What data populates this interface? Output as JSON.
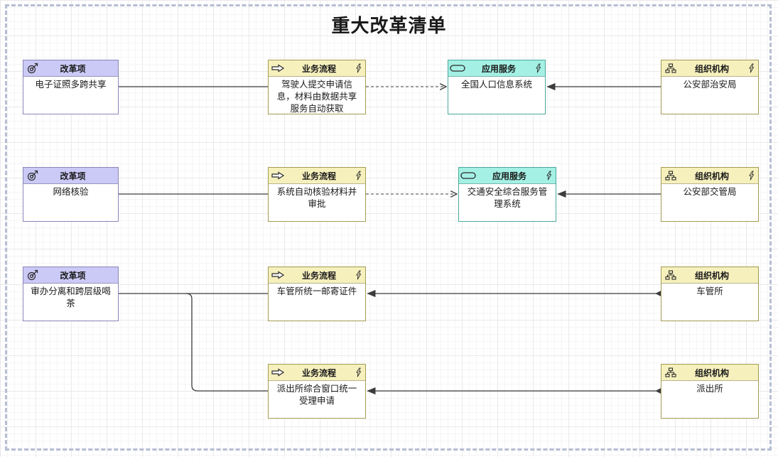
{
  "title": "重大改革清单",
  "palette": {
    "reform_header": "#cbc9f6",
    "process_header": "#f6f0bd",
    "service_header": "#a4f0e4",
    "org_header": "#f6f0bd",
    "edge_color": "#3c3c3c",
    "page_border": "#b5bed2"
  },
  "icons": {
    "reform": "target-icon",
    "process": "process-arrow-icon",
    "service": "service-pill-icon",
    "org": "org-chart-icon",
    "badge": "lightning-icon"
  },
  "nodes": [
    {
      "id": "reform-1",
      "type": "reform",
      "type_label": "改革项",
      "text": "电子证照多跨共享"
    },
    {
      "id": "process-1",
      "type": "process",
      "type_label": "业务流程",
      "text": "驾驶人提交申请信息，材料由数据共享服务自动获取"
    },
    {
      "id": "service-1",
      "type": "service",
      "type_label": "应用服务",
      "text": "全国人口信息系统"
    },
    {
      "id": "org-1",
      "type": "org",
      "type_label": "组织机构",
      "text": "公安部治安局"
    },
    {
      "id": "reform-2",
      "type": "reform",
      "type_label": "改革项",
      "text": "网络核验"
    },
    {
      "id": "process-2",
      "type": "process",
      "type_label": "业务流程",
      "text": "系统自动核验材料并审批"
    },
    {
      "id": "service-2",
      "type": "service",
      "type_label": "应用服务",
      "text": "交通安全综合服务管理系统"
    },
    {
      "id": "org-2",
      "type": "org",
      "type_label": "组织机构",
      "text": "公安部交管局"
    },
    {
      "id": "reform-3",
      "type": "reform",
      "type_label": "改革项",
      "text": "审办分离和跨层级喝茶"
    },
    {
      "id": "process-3",
      "type": "process",
      "type_label": "业务流程",
      "text": "车管所统一邮寄证件"
    },
    {
      "id": "org-3",
      "type": "org",
      "type_label": "组织机构",
      "text": "车管所"
    },
    {
      "id": "process-4",
      "type": "process",
      "type_label": "业务流程",
      "text": "派出所综合窗口统一受理申请"
    },
    {
      "id": "org-4",
      "type": "org",
      "type_label": "组织机构",
      "text": "派出所"
    }
  ],
  "edges": [
    {
      "from": "reform-1",
      "to": "process-1",
      "style": "solid"
    },
    {
      "from": "process-1",
      "to": "service-1",
      "style": "dashed-open-arrow"
    },
    {
      "from": "org-1",
      "to": "service-1",
      "style": "solid-arrow"
    },
    {
      "from": "reform-2",
      "to": "process-2",
      "style": "solid"
    },
    {
      "from": "process-2",
      "to": "service-2",
      "style": "dashed-open-arrow"
    },
    {
      "from": "org-2",
      "to": "service-2",
      "style": "solid-arrow"
    },
    {
      "from": "reform-3",
      "to": "process-3",
      "style": "solid"
    },
    {
      "from": "reform-3",
      "to": "process-4",
      "style": "solid"
    },
    {
      "from": "org-3",
      "to": "process-3",
      "style": "solid-arrow"
    },
    {
      "from": "org-4",
      "to": "process-4",
      "style": "solid-arrow"
    }
  ]
}
